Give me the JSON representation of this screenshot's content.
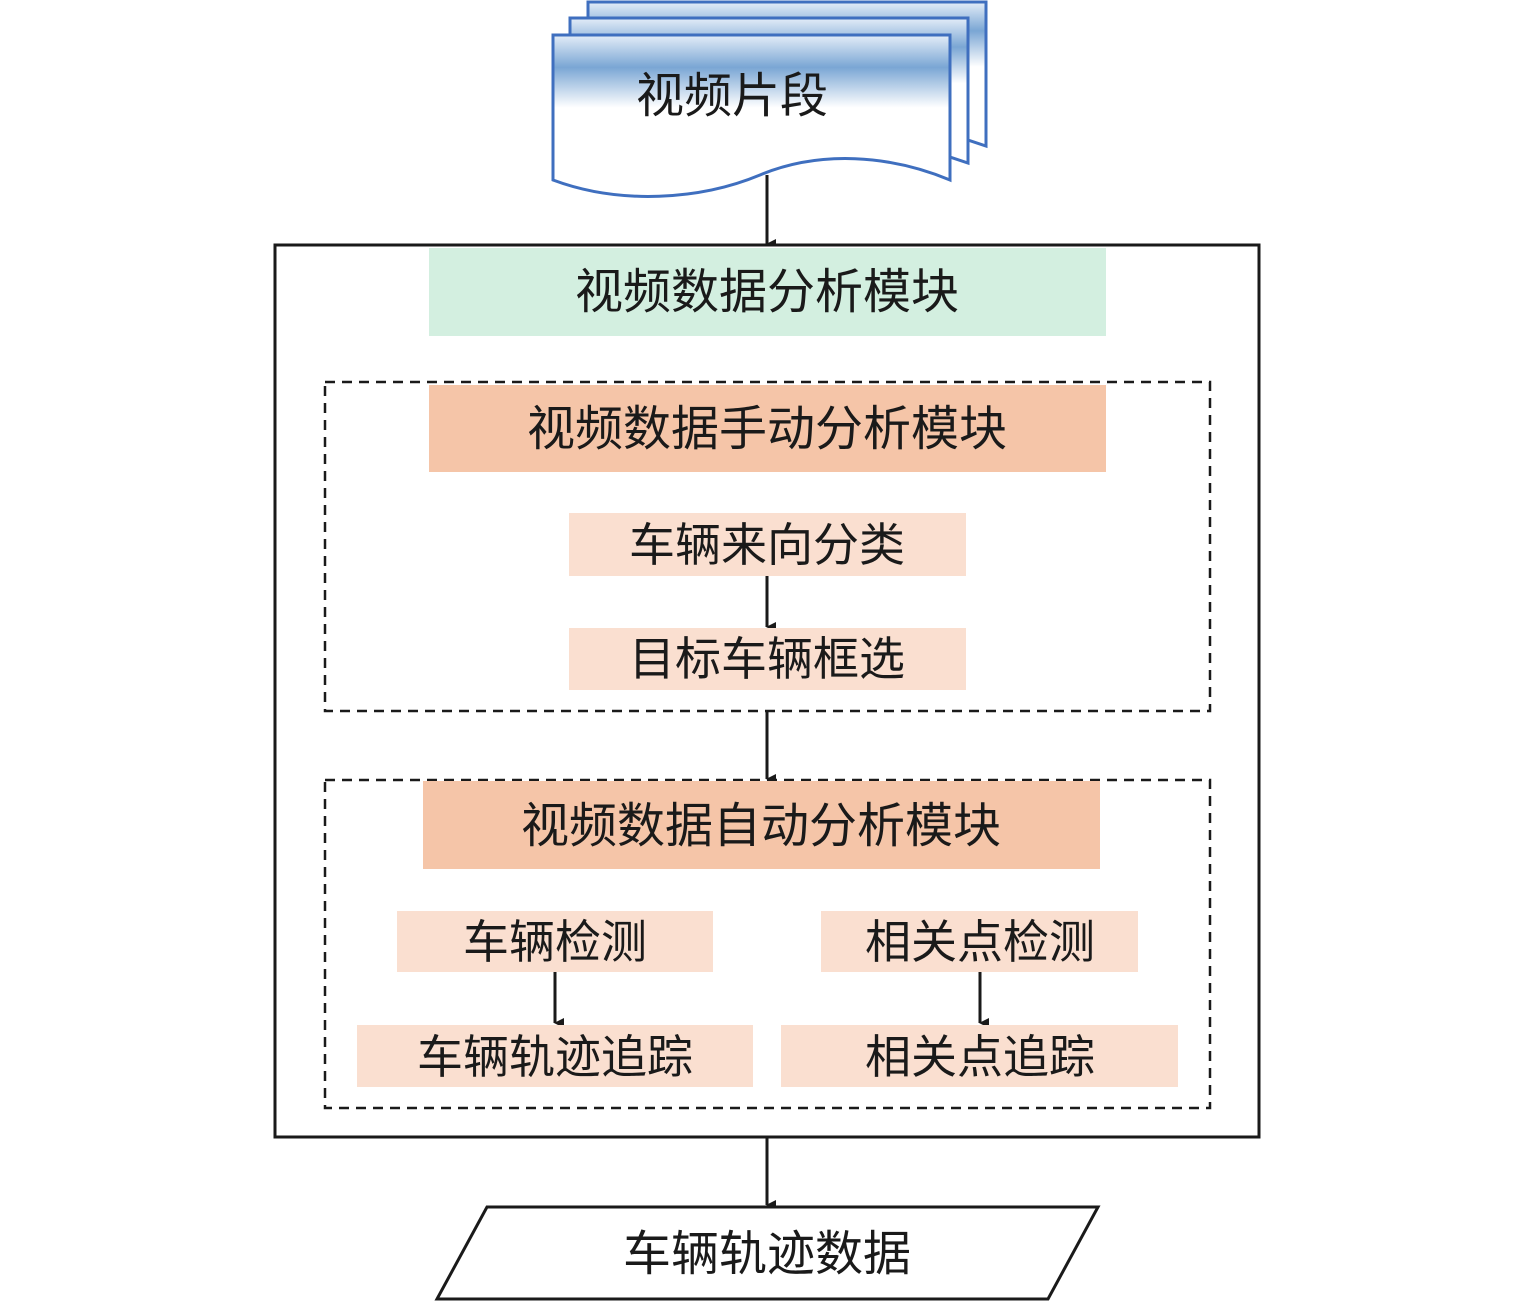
{
  "input": {
    "label": "视频片段"
  },
  "main_module": {
    "label": "视频数据分析模块"
  },
  "manual_module": {
    "label": "视频数据手动分析模块",
    "steps": [
      "车辆来向分类",
      "目标车辆框选"
    ]
  },
  "auto_module": {
    "label": "视频数据自动分析模块",
    "left_steps": [
      "车辆检测",
      "车辆轨迹追踪"
    ],
    "right_steps": [
      "相关点检测",
      "相关点追踪"
    ]
  },
  "output": {
    "label": "车辆轨迹数据"
  },
  "colors": {
    "document_stroke": "#3f6fbf",
    "document_fill": "#7aa6d4",
    "main_module": "#d3efe0",
    "sub_module": "#f5c5a8",
    "step": "#fadfd0"
  }
}
